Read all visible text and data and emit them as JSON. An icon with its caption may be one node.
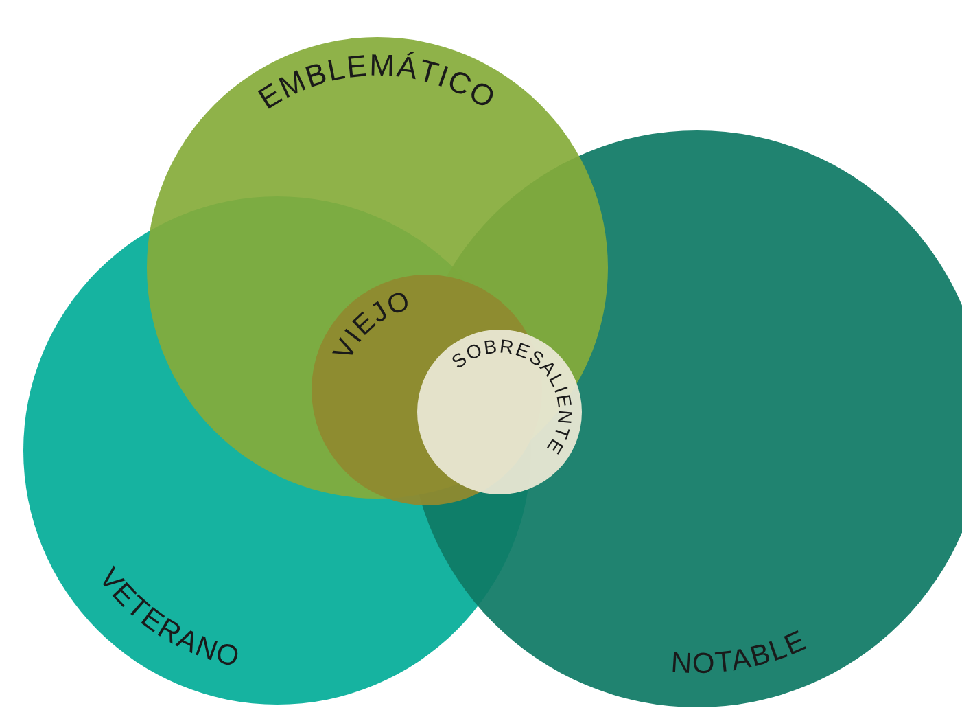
{
  "diagram": {
    "nodes": [
      {
        "text": [
          "EMBLEMÁTICO"
        ]
      },
      {
        "text": [
          "VIEJO"
        ]
      },
      {
        "text": [
          "SOBRESALIENTE"
        ]
      },
      {
        "text": [
          "VETERANO"
        ]
      },
      {
        "text": [
          "NOTABLE"
        ]
      }
    ]
  }
}
